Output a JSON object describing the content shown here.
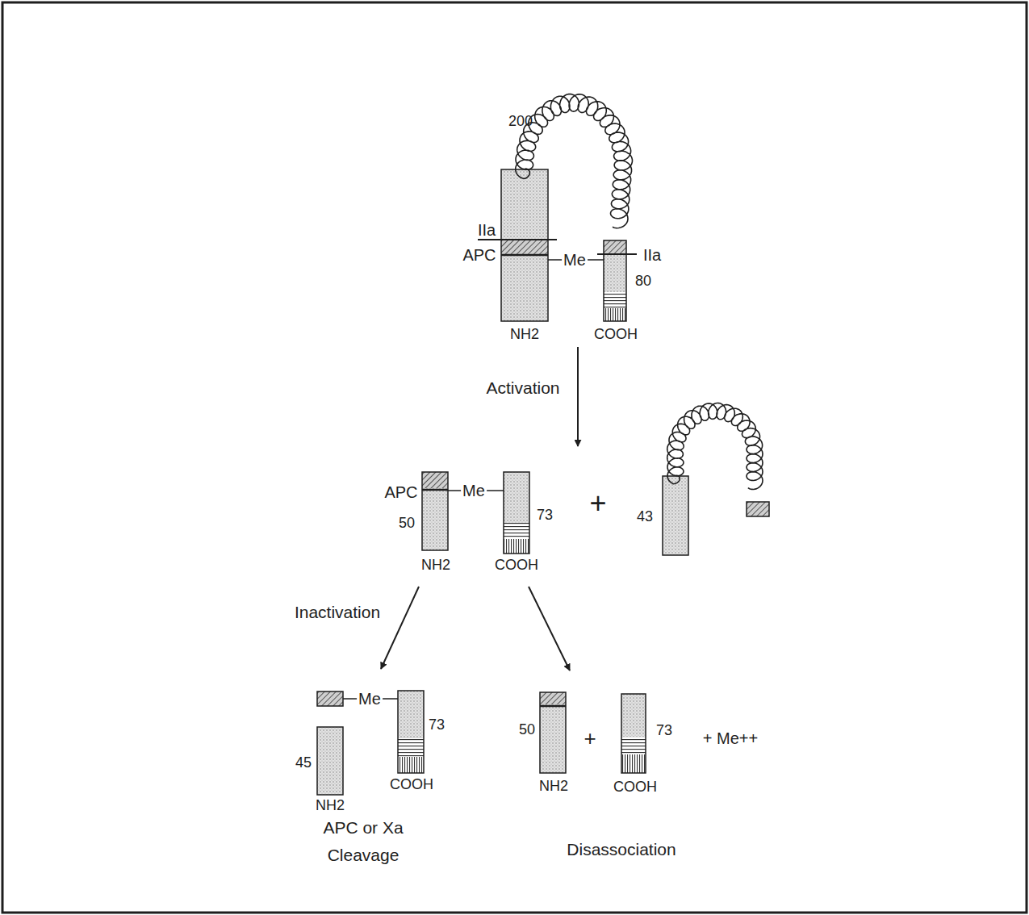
{
  "diagram": {
    "labels": [
      "200",
      "IIa",
      "APC",
      "Me",
      "IIa",
      "80",
      "NH2",
      "COOH",
      "Activation",
      "APC",
      "Me",
      "50",
      "73",
      "+",
      "43",
      "NH2",
      "COOH",
      "Inactivation",
      "Me",
      "73",
      "45",
      "COOH",
      "NH2",
      "APC or Xa Cleavage",
      "50",
      "+",
      "73",
      "+ Me++",
      "NH2",
      "COOH",
      "Disassociation"
    ]
  }
}
